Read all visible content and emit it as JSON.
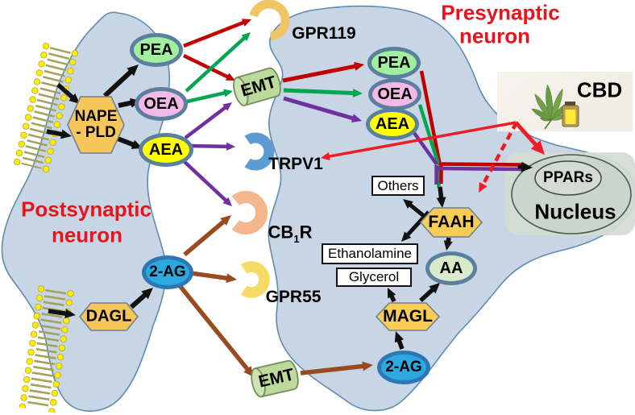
{
  "diagram": {
    "postsynaptic": {
      "title_line1": "Postsynaptic",
      "title_line2": "neuron"
    },
    "presynaptic": {
      "title_line1": "Presynaptic",
      "title_line2": "neuron"
    },
    "molecules": {
      "pea_post": "PEA",
      "oea_post": "OEA",
      "aea_post": "AEA",
      "ag2_post": "2-AG",
      "pea_pre": "PEA",
      "oea_pre": "OEA",
      "aea_pre": "AEA",
      "ag2_pre": "2-AG",
      "aa": "AA"
    },
    "enzymes": {
      "nape_line1": "NAPE",
      "nape_line2": "- PLD",
      "dagl": "DAGL",
      "faah": "FAAH",
      "magl": "MAGL"
    },
    "receptors": {
      "gpr119": "GPR119",
      "trpv1": "TRPV1",
      "cb1r_main": "CB",
      "cb1r_sub": "1",
      "cb1r_tail": "R",
      "gpr55": "GPR55",
      "ppars": "PPARs"
    },
    "transporters": {
      "emt_top": "EMT",
      "emt_bottom": "EMT"
    },
    "byproducts": {
      "others": "Others",
      "ethanolamine": "Ethanolamine",
      "glycerol": "Glycerol"
    },
    "nucleus_label": "Nucleus",
    "cbd_label": "CBD",
    "colors": {
      "neuron_fill": "#C7D5E5",
      "neuron_stroke": "#5F8CB0",
      "title_red": "#E8131B",
      "arrow_black": "#111111",
      "arrow_dark_red": "#C00000",
      "arrow_green": "#00A650",
      "arrow_purple": "#7030A0",
      "arrow_brown": "#9A4A1E",
      "arrow_bright_red": "#EE1C25",
      "hexagon_fill": "#F6C65B",
      "pea_fill": "#A0F0A0",
      "oea_fill": "#F2B8E6",
      "aea_fill": "#FFFF00",
      "ag2_fill": "#2BA9E0",
      "aa_fill": "#D9EACA",
      "emt_fill": "#BCDA9B",
      "gpr119_color": "#F0C566",
      "trpv1_color": "#5C9BD3",
      "cb1r_color": "#F4B78D",
      "gpr55_color": "#F7D964",
      "nucleus_fill": "#CBD6CA",
      "membrane_head": "#FFED00"
    }
  }
}
